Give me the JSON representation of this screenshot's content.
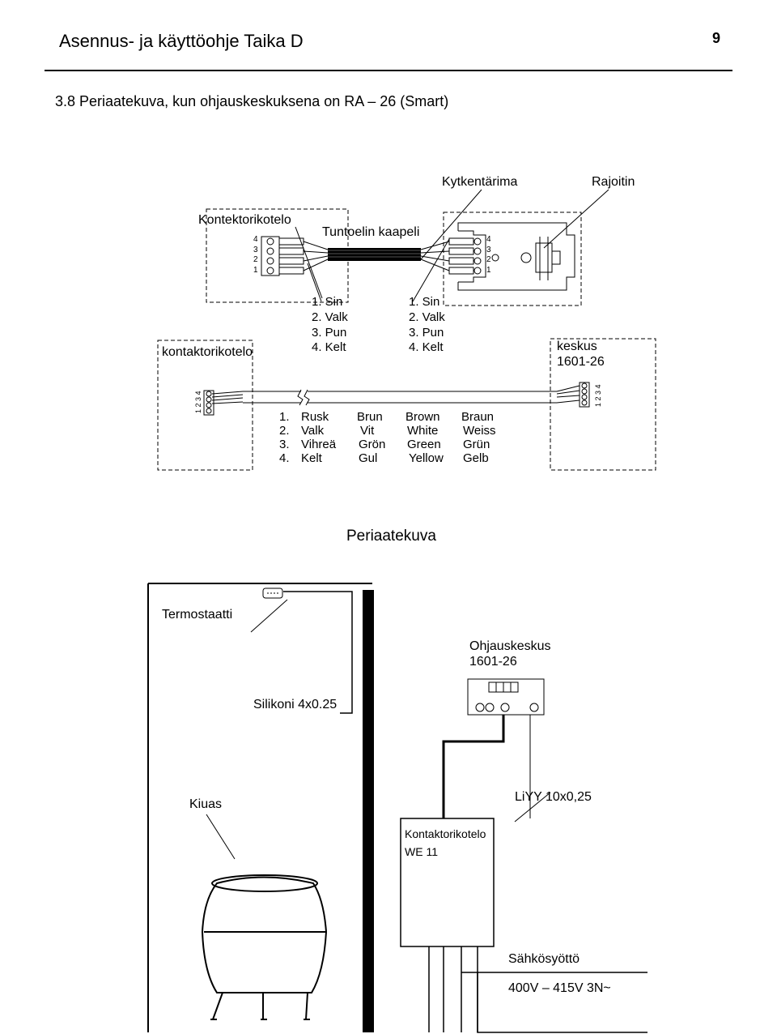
{
  "header": {
    "title": "Asennus- ja käyttöohje Taika D",
    "page_number": "9"
  },
  "section_heading": "3.8 Periaatekuva, kun ohjauskeskuksena on RA – 26 (Smart)",
  "wiring": {
    "label_kytkentarima": "Kytkentärima",
    "label_rajoitin": "Rajoitin",
    "label_kontektorikotelo": "Kontektorikotelo",
    "label_tuntoelin_kaapeli": "Tuntoelin kaapeli",
    "label_kontaktorikotelo": "kontaktorikotelo",
    "label_keskus": "keskus",
    "label_keskus_model": "1601-26",
    "terminal_numbers": [
      "4",
      "3",
      "2",
      "1"
    ],
    "terminal_strip": "1 2 3 4",
    "wire_list_left": [
      "1. Sin",
      "2. Valk",
      "3. Pun",
      "4. Kelt"
    ],
    "wire_list_right": [
      "1. Sin",
      "2. Valk",
      "3. Pun",
      "4. Kelt"
    ],
    "color_table": [
      [
        "1.",
        "Rusk",
        "Brun",
        "Brown",
        "Braun"
      ],
      [
        "2.",
        "Valk",
        "Vit",
        "White",
        "Weiss"
      ],
      [
        "3.",
        "Vihreä",
        "Grön",
        "Green",
        "Grün"
      ],
      [
        "4.",
        "Kelt",
        "Gul",
        "Yellow",
        "Gelb"
      ]
    ]
  },
  "schematic": {
    "title": "Periaatekuva",
    "label_termostaatti": "Termostaatti",
    "label_ohjauskeskus": "Ohjauskeskus",
    "label_ohjauskeskus_model": "1601-26",
    "label_silikoni": "Silikoni 4x0.25",
    "label_kiuas": "Kiuas",
    "label_liyy": "LiYY 10x0,25",
    "label_kontaktorikotelo": "Kontaktorikotelo",
    "label_we": "WE 11",
    "label_sahkosyotto": "Sähkösyöttö",
    "label_voltage": "400V – 415V 3N~"
  }
}
